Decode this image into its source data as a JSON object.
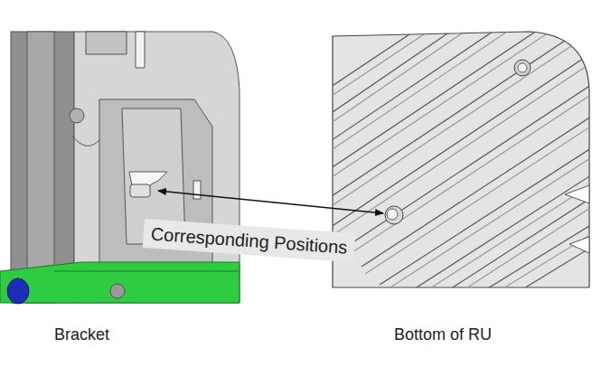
{
  "diagram": {
    "labels": [
      "Corresponding Positions",
      "Bracket",
      "Bottom of RU"
    ]
  }
}
